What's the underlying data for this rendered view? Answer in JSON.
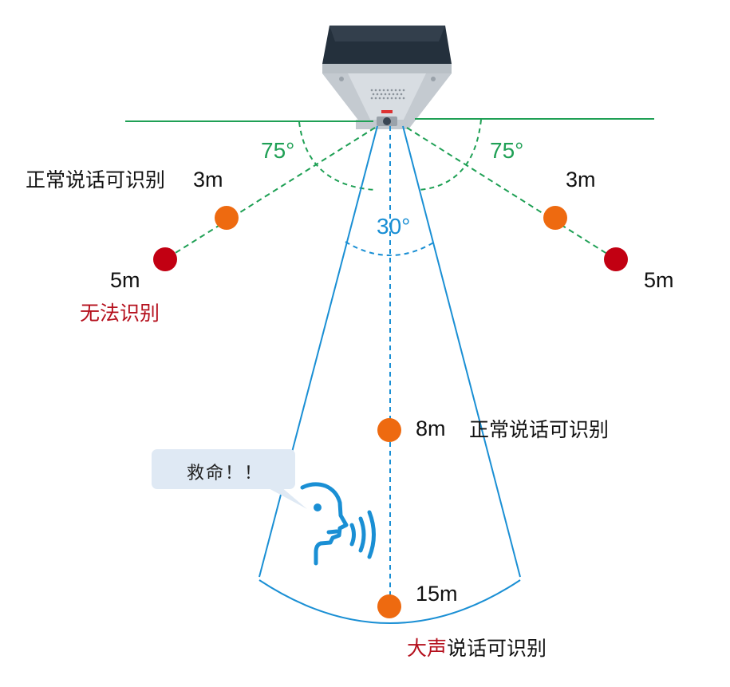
{
  "colors": {
    "green": "#1fa055",
    "blue": "#1a8fd4",
    "orange": "#ee6a10",
    "red_dot": "#c20012",
    "red_text": "#b5101d",
    "bubble": "#dfe9f4"
  },
  "device": {
    "icon": "intercom-device-icon"
  },
  "angles": {
    "left": "75°",
    "right": "75°",
    "center": "30°"
  },
  "distances": {
    "left_near": "3m",
    "left_far": "5m",
    "right_near": "3m",
    "right_far": "5m",
    "center_mid": "8m",
    "center_far": "15m"
  },
  "labels": {
    "normal_left": "正常说话可识别",
    "cannot_recognize": "无法识别",
    "normal_center": "正常说话可识别",
    "loud_prefix": "大声",
    "loud_suffix": "说话可识别"
  },
  "bubble": {
    "text": "救命！！"
  },
  "person": {
    "icon": "speaking-person-icon"
  }
}
